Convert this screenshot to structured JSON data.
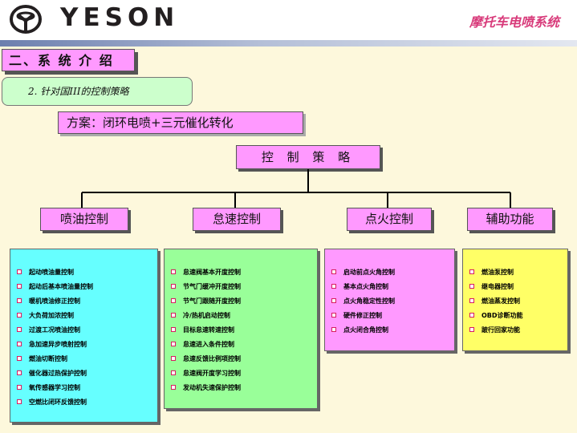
{
  "brand": {
    "name": "YESON"
  },
  "header": {
    "title": "摩托车电喷系统"
  },
  "section": {
    "title": "二、系 统 介 绍"
  },
  "subtitle": "2. 针对国III的控制策略",
  "scheme": "方案：闭环电喷+三元催化转化",
  "root": "控 制 策 略",
  "colors": {
    "pink": "#ff99ff",
    "cyan": "#66ffff",
    "green": "#99ff99",
    "magenta": "#ff99ff",
    "yellow": "#ffff66",
    "bullet": "#d81b60"
  },
  "categories": [
    {
      "title": "喷油控制",
      "items": [
        "起动喷油量控制",
        "起动后基本喷油量控制",
        "暖机喷油修正控制",
        "大负荷加浓控制",
        "过渡工况喷油控制",
        "急加速异步喷射控制",
        "燃油切断控制",
        "催化器过热保护控制",
        "氧传感器学习控制",
        "空燃比闭环反馈控制"
      ]
    },
    {
      "title": "怠速控制",
      "items": [
        "怠速阀基本开度控制",
        "节气门缓冲开度控制",
        "节气门跟随开度控制",
        "冷/热机启动控制",
        "目标怠速转速控制",
        "怠速进入条件控制",
        "怠速反馈比例项控制",
        "怠速阀开度学习控制",
        "发动机失速保护控制"
      ]
    },
    {
      "title": "点火控制",
      "items": [
        "启动前点火角控制",
        "基本点火角控制",
        "点火角稳定性控制",
        "硬件修正控制",
        "点火闭合角控制"
      ]
    },
    {
      "title": "辅助功能",
      "items": [
        "燃油泵控制",
        "继电器控制",
        "燃油蒸发控制",
        "OBD诊断功能",
        "跛行回家功能"
      ]
    }
  ]
}
